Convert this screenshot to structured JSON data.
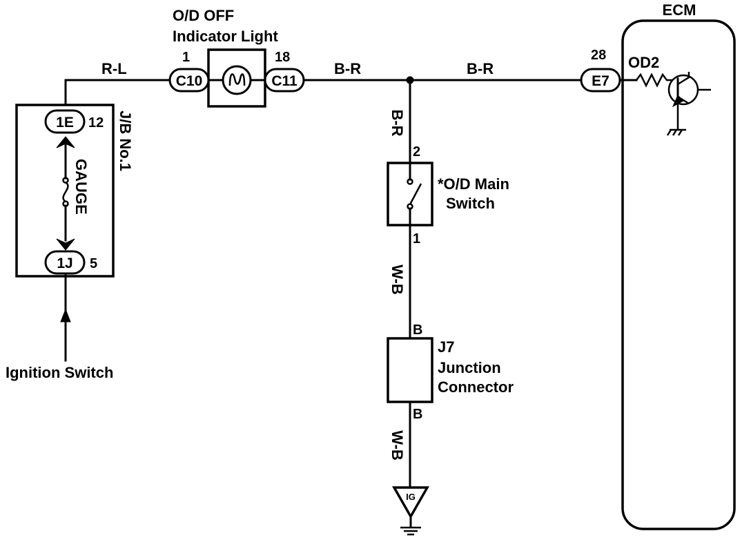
{
  "indicator": {
    "title_line1": "O/D OFF",
    "title_line2": "Indicator Light",
    "left_connector": "C10",
    "left_pin": "1",
    "right_connector": "C11",
    "right_pin": "18"
  },
  "wires": {
    "rl": "R-L",
    "br_left": "B-R",
    "br_right": "B-R",
    "br_vertical": "B-R",
    "wb_upper": "W-B",
    "wb_lower": "W-B"
  },
  "jb": {
    "label": "J/B No.1",
    "top_connector": "1E",
    "top_pin": "12",
    "bottom_connector": "1J",
    "bottom_pin": "5",
    "fuse": "GAUGE"
  },
  "ignition": {
    "label": "Ignition Switch"
  },
  "switch": {
    "label_line1": "*O/D Main",
    "label_line2": "Switch",
    "pin_top": "2",
    "pin_bottom": "1"
  },
  "junction": {
    "id": "J7",
    "label_line1": "Junction",
    "label_line2": "Connector",
    "pin_top": "B",
    "pin_bottom": "B"
  },
  "ground": {
    "label": "IG"
  },
  "ecm": {
    "label": "ECM",
    "connector": "E7",
    "pin": "28",
    "terminal": "OD2"
  }
}
